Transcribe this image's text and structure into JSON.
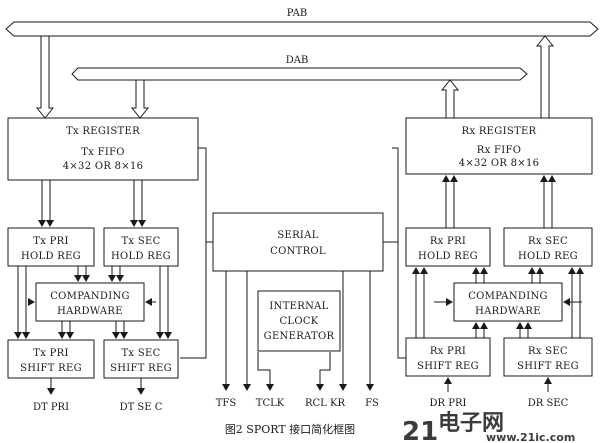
{
  "buses": {
    "pab": "PAB",
    "dab": "DAB"
  },
  "tx": {
    "register": {
      "line1": "Tx REGISTER",
      "line2": "Tx FIFO",
      "line3": "4×32 OR 8×16"
    },
    "pri_hold": {
      "line1": "Tx PRI",
      "line2": "HOLD REG"
    },
    "sec_hold": {
      "line1": "Tx SEC",
      "line2": "HOLD REG"
    },
    "companding": {
      "line1": "COMPANDING",
      "line2": "HARDWARE"
    },
    "pri_shift": {
      "line1": "Tx PRI",
      "line2": "SHIFT REG"
    },
    "sec_shift": {
      "line1": "Tx SEC",
      "line2": "SHIFT REG"
    }
  },
  "rx": {
    "register": {
      "line1": "Rx REGISTER",
      "line2": "Rx FIFO",
      "line3": "4×32 OR 8×16"
    },
    "pri_hold": {
      "line1": "Rx PRI",
      "line2": "HOLD REG"
    },
    "sec_hold": {
      "line1": "Rx SEC",
      "line2": "HOLD REG"
    },
    "companding": {
      "line1": "COMPANDING",
      "line2": "HARDWARE"
    },
    "pri_shift": {
      "line1": "Rx PRI",
      "line2": "SHIFT REG"
    },
    "sec_shift": {
      "line1": "Rx SEC",
      "line2": "SHIFT REG"
    }
  },
  "control": {
    "serial": {
      "line1": "SERIAL",
      "line2": "CONTROL"
    },
    "clock": {
      "line1": "INTERNAL",
      "line2": "CLOCK",
      "line3": "GENERATOR"
    }
  },
  "pins": {
    "dt_pri": "DT PRI",
    "dt_sec": "DT SE C",
    "tfs": "TFS",
    "tclk": "TCLK",
    "rclkr": "RCL KR",
    "fs": "FS",
    "dr_pri": "DR PRI",
    "dr_sec": "DR SEC"
  },
  "caption": "图2   SPORT 接口简化框图",
  "watermark": {
    "part1": "21",
    "part2": "电子网",
    "part3": "www.21ic.com"
  },
  "colors": {
    "line": "#1a1a1a",
    "bus_fill": "#ffffff",
    "watermark_red": "#d8262c",
    "watermark_blue": "#2a66b8"
  }
}
